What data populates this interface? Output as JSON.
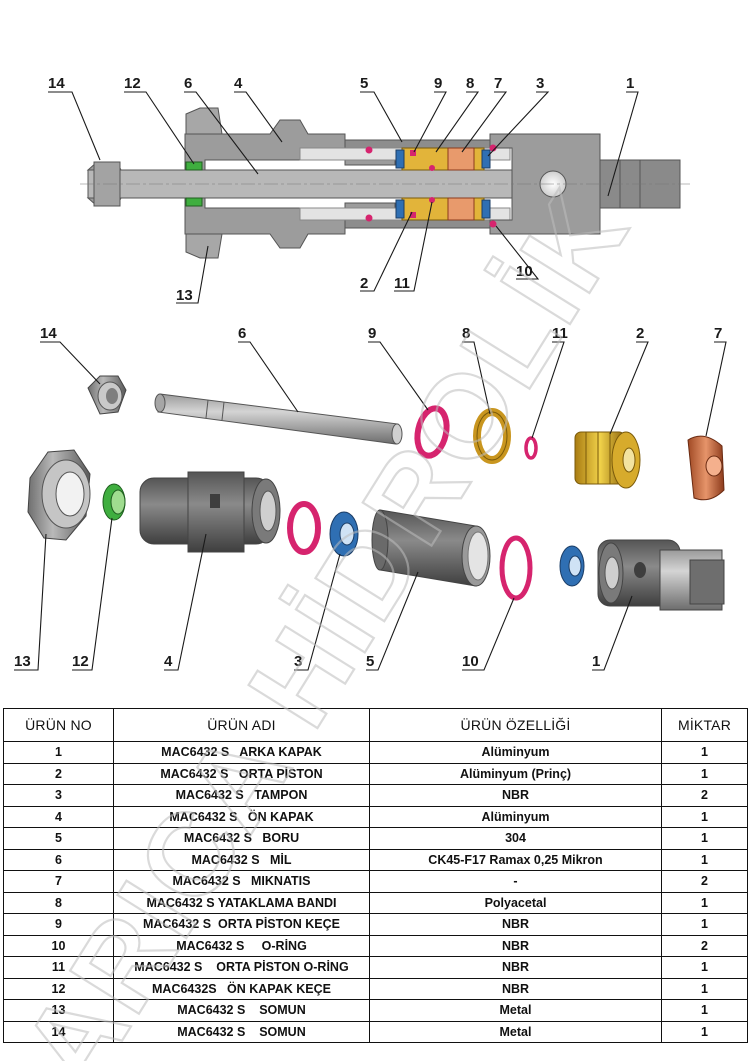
{
  "watermark": "ARICA HİDROLİK",
  "callouts_section": [
    "14",
    "12",
    "6",
    "4",
    "5",
    "9",
    "8",
    "7",
    "3",
    "1",
    "13",
    "2",
    "11",
    "10"
  ],
  "callouts_exploded": [
    "14",
    "6",
    "9",
    "8",
    "11",
    "2",
    "7",
    "13",
    "12",
    "4",
    "3",
    "5",
    "10",
    "1"
  ],
  "table": {
    "headers": [
      "ÜRÜN NO",
      "ÜRÜN ADI",
      "ÜRÜN ÖZELLİĞİ",
      "MİKTAR"
    ],
    "rows": [
      {
        "no": "1",
        "name": "MAC6432 S   ARKA KAPAK",
        "spec": "Alüminyum",
        "qty": "1"
      },
      {
        "no": "2",
        "name": "MAC6432 S   ORTA PİSTON",
        "spec": "Alüminyum (Prinç)",
        "qty": "1"
      },
      {
        "no": "3",
        "name": "MAC6432 S   TAMPON",
        "spec": "NBR",
        "qty": "2"
      },
      {
        "no": "4",
        "name": "MAC6432 S   ÖN KAPAK",
        "spec": "Alüminyum",
        "qty": "1"
      },
      {
        "no": "5",
        "name": "MAC6432 S   BORU",
        "spec": "304",
        "qty": "1"
      },
      {
        "no": "6",
        "name": "MAC6432 S   MİL",
        "spec": "CK45-F17 Ramax 0,25 Mikron",
        "qty": "1"
      },
      {
        "no": "7",
        "name": "MAC6432 S   MIKNATIS",
        "spec": "-",
        "qty": "2"
      },
      {
        "no": "8",
        "name": "MAC6432 S YATAKLAMA BANDI",
        "spec": "Polyacetal",
        "qty": "1"
      },
      {
        "no": "9",
        "name": "MAC6432 S  ORTA PİSTON KEÇE",
        "spec": "NBR",
        "qty": "1"
      },
      {
        "no": "10",
        "name": "MAC6432 S     O-RİNG",
        "spec": "NBR",
        "qty": "2"
      },
      {
        "no": "11",
        "name": "MAC6432 S    ORTA PİSTON O-RİNG",
        "spec": "NBR",
        "qty": "1"
      },
      {
        "no": "12",
        "name": "MAC6432S   ÖN KAPAK KEÇE",
        "spec": "NBR",
        "qty": "1"
      },
      {
        "no": "13",
        "name": "MAC6432 S    SOMUN",
        "spec": "Metal",
        "qty": "1"
      },
      {
        "no": "14",
        "name": "MAC6432 S    SOMUN",
        "spec": "Metal",
        "qty": "1"
      }
    ]
  }
}
